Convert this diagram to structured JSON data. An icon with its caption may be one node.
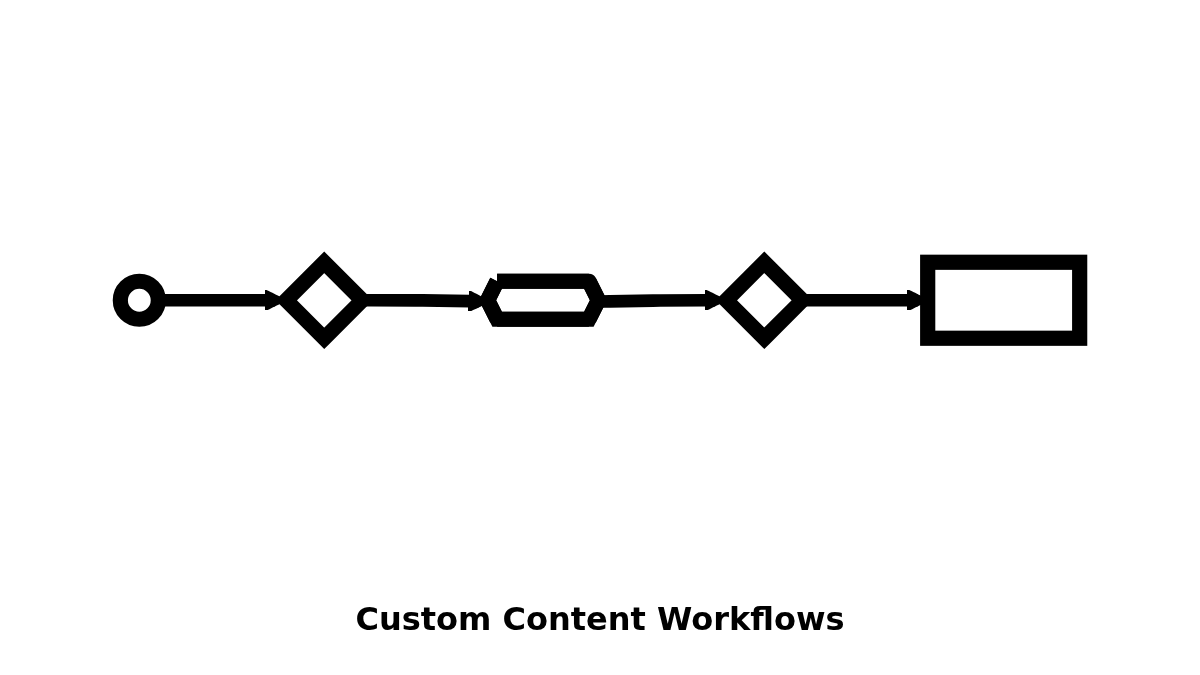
{
  "diagram": {
    "title": "Custom Content Workflows",
    "nodes": [
      {
        "text": [],
        "shape": "circle"
      },
      {
        "text": [],
        "shape": "diamond"
      },
      {
        "text": [],
        "shape": "gear"
      },
      {
        "text": [],
        "shape": "diamond"
      },
      {
        "text": [],
        "shape": "box"
      }
    ],
    "edges": [
      {
        "from": 0,
        "to": 1,
        "arrow": "to"
      },
      {
        "from": 1,
        "to": 2,
        "arrow": "to"
      },
      {
        "from": 2,
        "to": 3,
        "arrow": "to"
      },
      {
        "from": 3,
        "to": 4,
        "arrow": "to"
      }
    ]
  }
}
